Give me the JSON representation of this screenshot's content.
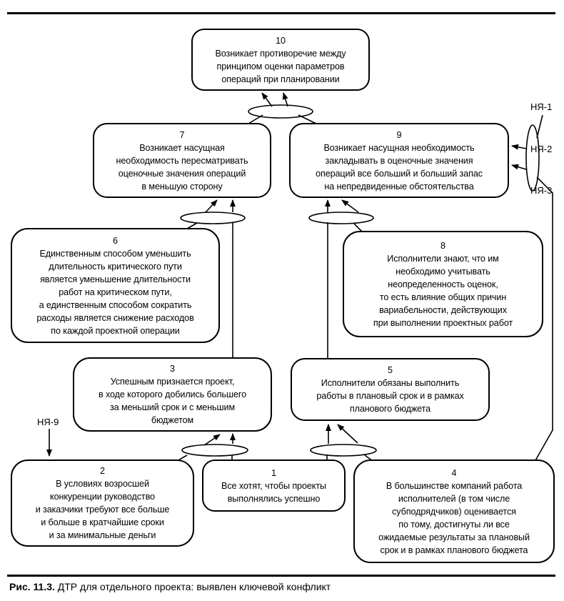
{
  "diagram_title": "ДТР для отдельного проекта",
  "caption": {
    "label": "Рис. 11.3.",
    "text": " ДТР для отдельного проекта: выявлен ключевой конфликт"
  },
  "labels": {
    "nya_1": "НЯ-1",
    "nya_2": "НЯ-2",
    "nya_3": "НЯ-3",
    "nya_9": "НЯ-9"
  },
  "nodes": {
    "n1": {
      "num": "1",
      "text": "Все хотят, чтобы проекты\nвыполнялись успешно"
    },
    "n2": {
      "num": "2",
      "text": "В условиях возросшей\nконкуренции руководство\nи заказчики требуют все больше\nи больше в кратчайшие сроки\nи за минимальные деньги"
    },
    "n3": {
      "num": "3",
      "text": "Успешным признается проект,\nв ходе которого добились большего\nза меньший срок и с меньшим\nбюджетом"
    },
    "n4": {
      "num": "4",
      "text": "В большинстве компаний работа\nисполнителей (в том числе\nсубподрядчиков) оценивается\nпо тому, достигнуты ли все\nожидаемые результаты за плановый\nсрок и в рамках планового бюджета"
    },
    "n5": {
      "num": "5",
      "text": "Исполнители обязаны выполнить\nработы в плановый срок и в рамках\nпланового бюджета"
    },
    "n6": {
      "num": "6",
      "text": "Единственным способом уменьшить\nдлительность критического пути\nявляется уменьшение длительности\nработ на критическом пути,\nа единственным способом сократить\nрасходы является снижение расходов\nпо каждой проектной операции"
    },
    "n7": {
      "num": "7",
      "text": "Возникает насущная\nнеобходимость пересматривать\nоценочные значения операций\nв меньшую сторону"
    },
    "n8": {
      "num": "8",
      "text": "Исполнители знают, что им\nнеобходимо учитывать\nнеопределенность оценок,\nто есть влияние общих причин\nвариабельности, действующих\nпри выполнении проектных работ"
    },
    "n9": {
      "num": "9",
      "text": "Возникает насущная необходимость\nзакладывать в оценочные значения\nопераций все больший и больший запас\nна непредвиденные обстоятельства"
    },
    "n10": {
      "num": "10",
      "text": "Возникает противоречие между\nпринципом оценки параметров\nопераций при планировании"
    }
  },
  "connections": [
    {
      "from": [
        "7",
        "9"
      ],
      "junction": "and-ellipse",
      "to": "10"
    },
    {
      "from": [
        "6",
        "3"
      ],
      "junction": "and-ellipse",
      "to": "7"
    },
    {
      "from": [
        "8",
        "5"
      ],
      "junction": "and-ellipse",
      "to": "9"
    },
    {
      "from": [
        "НЯ-1/НЯ-2/НЯ-3",
        "4"
      ],
      "junction": "and-ellipse",
      "to": "9"
    },
    {
      "from": [
        "2",
        "1"
      ],
      "junction": "and-ellipse",
      "to": "3"
    },
    {
      "from": [
        "1",
        "4"
      ],
      "junction": "and-ellipse",
      "to": "5"
    },
    {
      "from": [
        "НЯ-9"
      ],
      "junction": "none",
      "to": "2"
    }
  ],
  "colors": {
    "line": "#000000",
    "background": "#ffffff",
    "text": "#000000"
  }
}
